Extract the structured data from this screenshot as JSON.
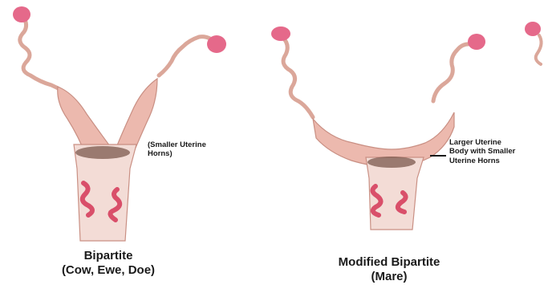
{
  "figures": [
    {
      "caption_title": "Bipartite",
      "caption_sub": "(Cow, Ewe, Doe)",
      "annotation": "(Smaller Uterine\nHorns)"
    },
    {
      "caption_title": "Modified Bipartite",
      "caption_sub": "(Mare)",
      "annotation": "Larger Uterine\nBody with Smaller\nUterine Horns"
    }
  ],
  "colors": {
    "tissue": "#ecb9ae",
    "tissue_edge": "#c98f83",
    "cervix": "#f3dcd6",
    "ovary": "#e5698a",
    "dark_band": "#7c5a4e",
    "folds": "#d94f6a"
  }
}
